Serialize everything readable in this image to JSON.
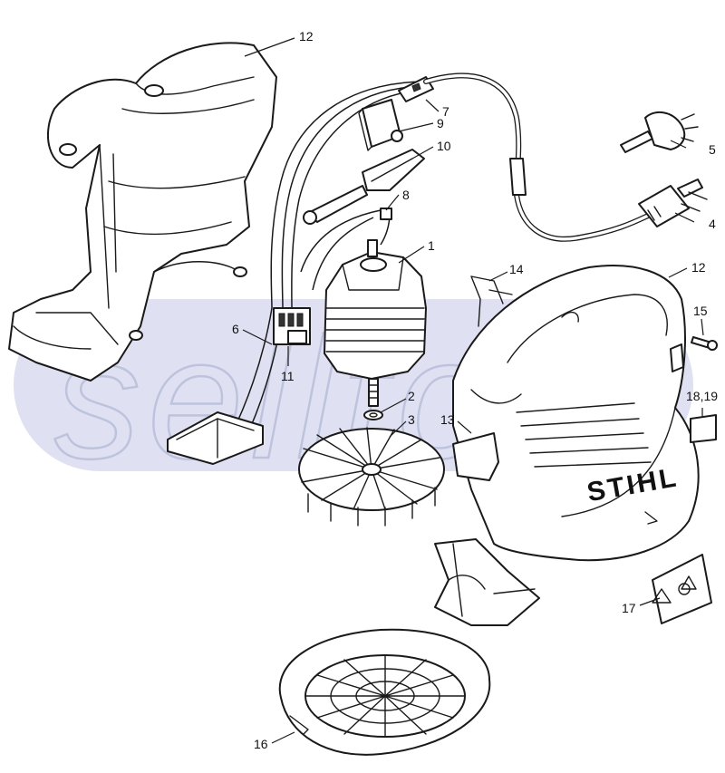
{
  "diagram": {
    "brand_label": "STIHL",
    "watermark": "sellto",
    "callouts": [
      {
        "id": "c1",
        "text": "1"
      },
      {
        "id": "c2",
        "text": "2"
      },
      {
        "id": "c3",
        "text": "3"
      },
      {
        "id": "c4",
        "text": "4"
      },
      {
        "id": "c5",
        "text": "5"
      },
      {
        "id": "c6",
        "text": "6"
      },
      {
        "id": "c7",
        "text": "7"
      },
      {
        "id": "c8",
        "text": "8"
      },
      {
        "id": "c9",
        "text": "9"
      },
      {
        "id": "c10",
        "text": "10"
      },
      {
        "id": "c11",
        "text": "11"
      },
      {
        "id": "c12a",
        "text": "12"
      },
      {
        "id": "c12b",
        "text": "12"
      },
      {
        "id": "c13",
        "text": "13"
      },
      {
        "id": "c14",
        "text": "14"
      },
      {
        "id": "c15",
        "text": "15"
      },
      {
        "id": "c16",
        "text": "16"
      },
      {
        "id": "c17",
        "text": "17"
      },
      {
        "id": "c18",
        "text": "18,19"
      }
    ]
  },
  "colors": {
    "line": "#1a1a1a",
    "watermark_band": "#dfe1f2",
    "watermark_text": "#b3b9d6"
  }
}
